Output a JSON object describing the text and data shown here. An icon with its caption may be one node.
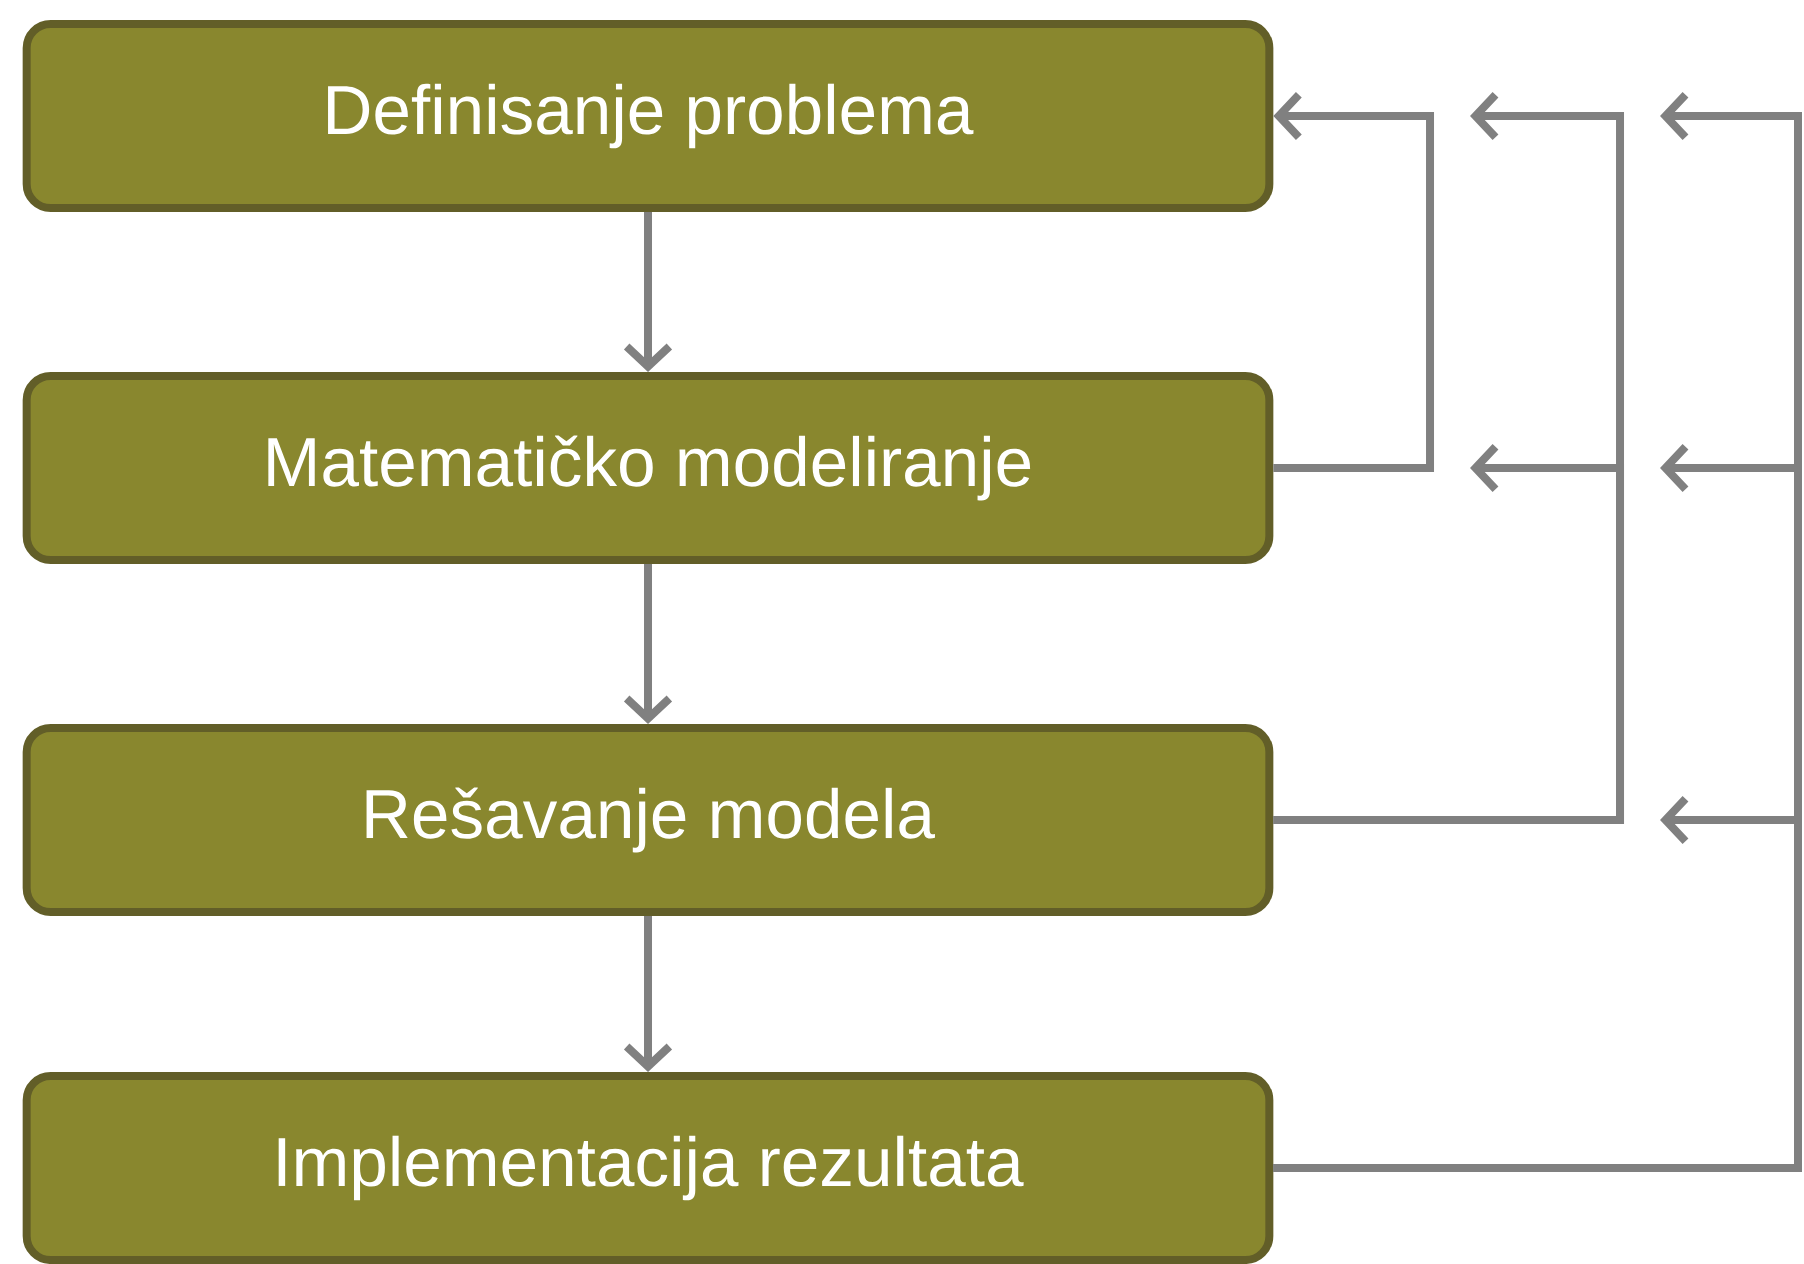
{
  "diagram": {
    "nodes": [
      {
        "text": [
          "Definisanje problema"
        ]
      },
      {
        "text": [
          "Matematičko modeliranje"
        ]
      },
      {
        "text": [
          "Rešavanje modela"
        ]
      },
      {
        "text": [
          "Implementacija rezultata"
        ]
      }
    ],
    "edges": [
      {
        "from": 0,
        "to": 1,
        "arrow": "to"
      },
      {
        "from": 1,
        "to": 2,
        "arrow": "to"
      },
      {
        "from": 2,
        "to": 3,
        "arrow": "to"
      },
      {
        "from": 1,
        "to": 0,
        "arrow": "to"
      },
      {
        "from": 2,
        "to": null,
        "arrow": "to"
      },
      {
        "from": 2,
        "to": null,
        "arrow": "to"
      },
      {
        "from": 3,
        "to": null,
        "arrow": "to"
      },
      {
        "from": 3,
        "to": null,
        "arrow": "to"
      },
      {
        "from": 3,
        "to": null,
        "arrow": "to"
      }
    ]
  }
}
